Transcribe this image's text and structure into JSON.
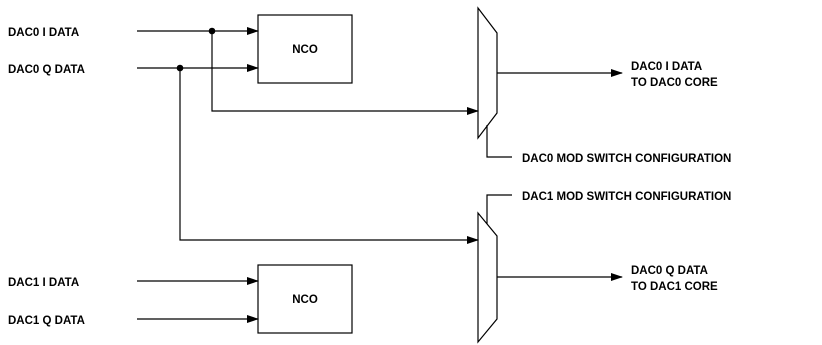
{
  "inputs": {
    "dac0_i": "DAC0 I DATA",
    "dac0_q": "DAC0 Q DATA",
    "dac1_i": "DAC1 I DATA",
    "dac1_q": "DAC1 Q DATA"
  },
  "blocks": {
    "nco_top": "NCO",
    "nco_bottom": "NCO"
  },
  "outputs": {
    "top_line1": "DAC0 I DATA",
    "top_line2": "TO DAC0 CORE",
    "bottom_line1": "DAC0 Q DATA",
    "bottom_line2": "TO DAC1 CORE"
  },
  "controls": {
    "dac0_mod_switch": "DAC0 MOD SWITCH CONFIGURATION",
    "dac1_mod_switch": "DAC1 MOD SWITCH CONFIGURATION"
  }
}
